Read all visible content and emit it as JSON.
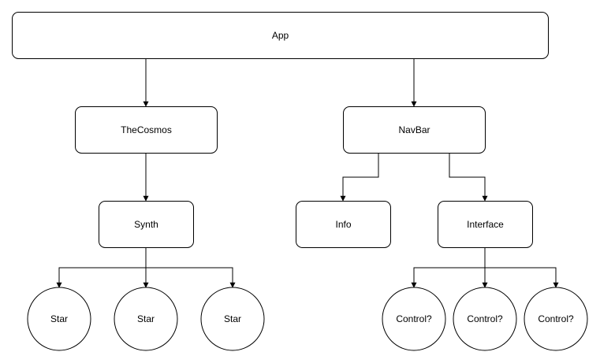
{
  "diagram": {
    "nodes": {
      "app": {
        "label": "App"
      },
      "thecosmos": {
        "label": "TheCosmos"
      },
      "navbar": {
        "label": "NavBar"
      },
      "synth": {
        "label": "Synth"
      },
      "info": {
        "label": "Info"
      },
      "interface": {
        "label": "Interface"
      },
      "star1": {
        "label": "Star"
      },
      "star2": {
        "label": "Star"
      },
      "star3": {
        "label": "Star"
      },
      "control1": {
        "label": "Control?"
      },
      "control2": {
        "label": "Control?"
      },
      "control3": {
        "label": "Control?"
      }
    },
    "edges": [
      {
        "from": "app",
        "to": "thecosmos"
      },
      {
        "from": "app",
        "to": "navbar"
      },
      {
        "from": "thecosmos",
        "to": "synth"
      },
      {
        "from": "navbar",
        "to": "info"
      },
      {
        "from": "navbar",
        "to": "interface"
      },
      {
        "from": "synth",
        "to": "star1"
      },
      {
        "from": "synth",
        "to": "star2"
      },
      {
        "from": "synth",
        "to": "star3"
      },
      {
        "from": "interface",
        "to": "control1"
      },
      {
        "from": "interface",
        "to": "control2"
      },
      {
        "from": "interface",
        "to": "control3"
      }
    ]
  }
}
